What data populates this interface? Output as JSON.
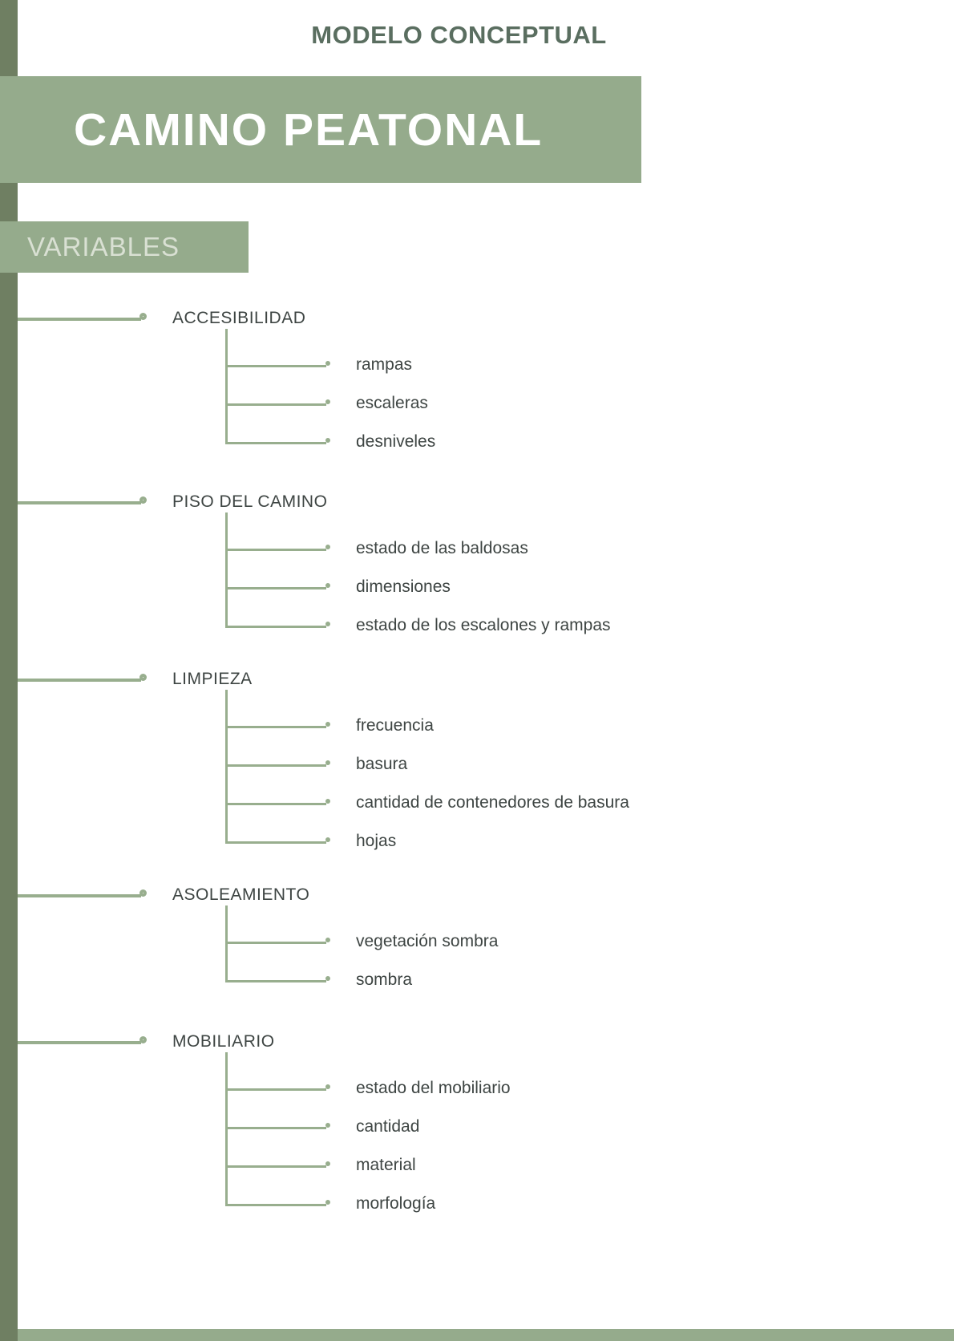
{
  "page": {
    "title": "MODELO CONCEPTUAL",
    "banner": "CAMINO PEATONAL",
    "section": "VARIABLES"
  },
  "colors": {
    "dark_green": "#6f7f62",
    "sage": "#95ab8c",
    "line": "#98ae8e",
    "heading_text": "#5a6e60",
    "label_text": "#3e4543"
  },
  "tree": {
    "branches": [
      {
        "label": "ACCESIBILIDAD",
        "children": [
          "rampas",
          "escaleras",
          "desniveles"
        ]
      },
      {
        "label": "PISO DEL CAMINO",
        "children": [
          "estado de las baldosas",
          "dimensiones",
          "estado de los escalones y rampas"
        ]
      },
      {
        "label": "LIMPIEZA",
        "children": [
          "frecuencia",
          "basura",
          "cantidad de contenedores de basura",
          "hojas"
        ]
      },
      {
        "label": "ASOLEAMIENTO",
        "children": [
          "vegetación sombra",
          "sombra"
        ]
      },
      {
        "label": "MOBILIARIO",
        "children": [
          "estado del mobiliario",
          "cantidad",
          "material",
          "morfología"
        ]
      }
    ]
  }
}
